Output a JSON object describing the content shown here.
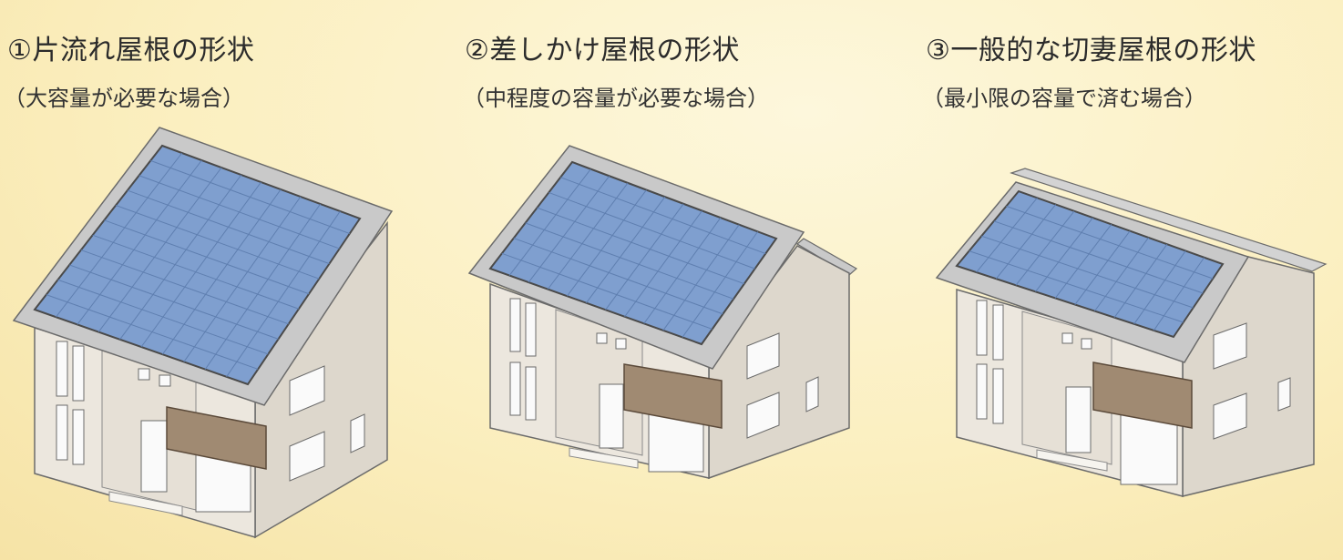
{
  "panels": [
    {
      "title": "①片流れ屋根の形状",
      "subtitle": "（大容量が必要な場合）"
    },
    {
      "title": "②差しかけ屋根の形状",
      "subtitle": "（中程度の容量が必要な場合）"
    },
    {
      "title": "③一般的な切妻屋根の形状",
      "subtitle": "（最小限の容量で済む場合）"
    }
  ],
  "colors": {
    "wall_front": "#ece7de",
    "wall_side": "#ddd7cc",
    "roof_frame": "#c9c9c9",
    "solar": "#7f9fcf",
    "solar_grid": "#5f7fb0",
    "balcony": "#a08a72",
    "window_frame": "#fafafa",
    "outline": "#6b6b6b"
  }
}
